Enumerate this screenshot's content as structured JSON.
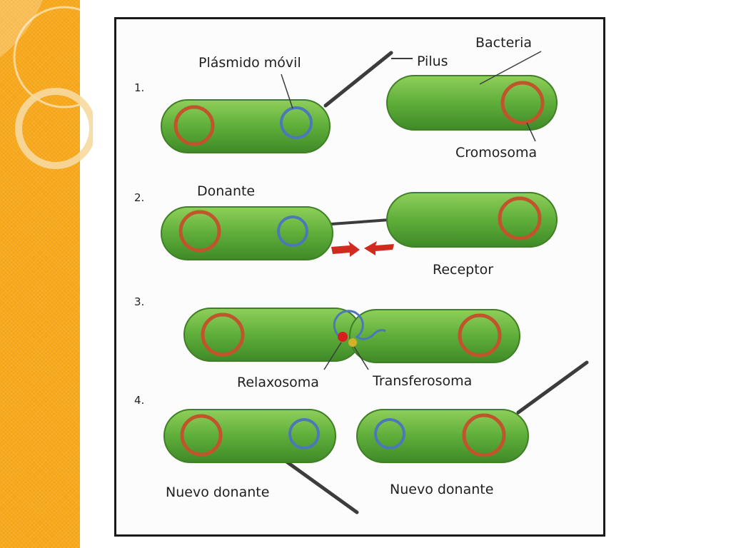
{
  "steps": [
    "1.",
    "2.",
    "3.",
    "4."
  ],
  "labels": {
    "plasmid": "Plásmido móvil",
    "pilus": "Pilus",
    "bacteria": "Bacteria",
    "chromosome": "Cromosoma",
    "donor": "Donante",
    "receptor": "Receptor",
    "relaxosome": "Relaxosoma",
    "transferosome": "Transferosoma",
    "new_donor_left": "Nuevo donante",
    "new_donor_right": "Nuevo donante"
  },
  "colors": {
    "sidebar": "#f5a516",
    "cell_fill": "#5fae3a",
    "cell_stroke": "#3f7f25",
    "chromosome": "#c0552b",
    "plasmid": "#4a78b8",
    "pilus": "#3c3c3c",
    "arrow": "#d12a1e",
    "relaxosome": "#d81e1e",
    "transferosome": "#d4b02a"
  },
  "icons": {
    "arrow_right": "red-arrow-right-icon",
    "arrow_left": "red-arrow-left-icon"
  }
}
